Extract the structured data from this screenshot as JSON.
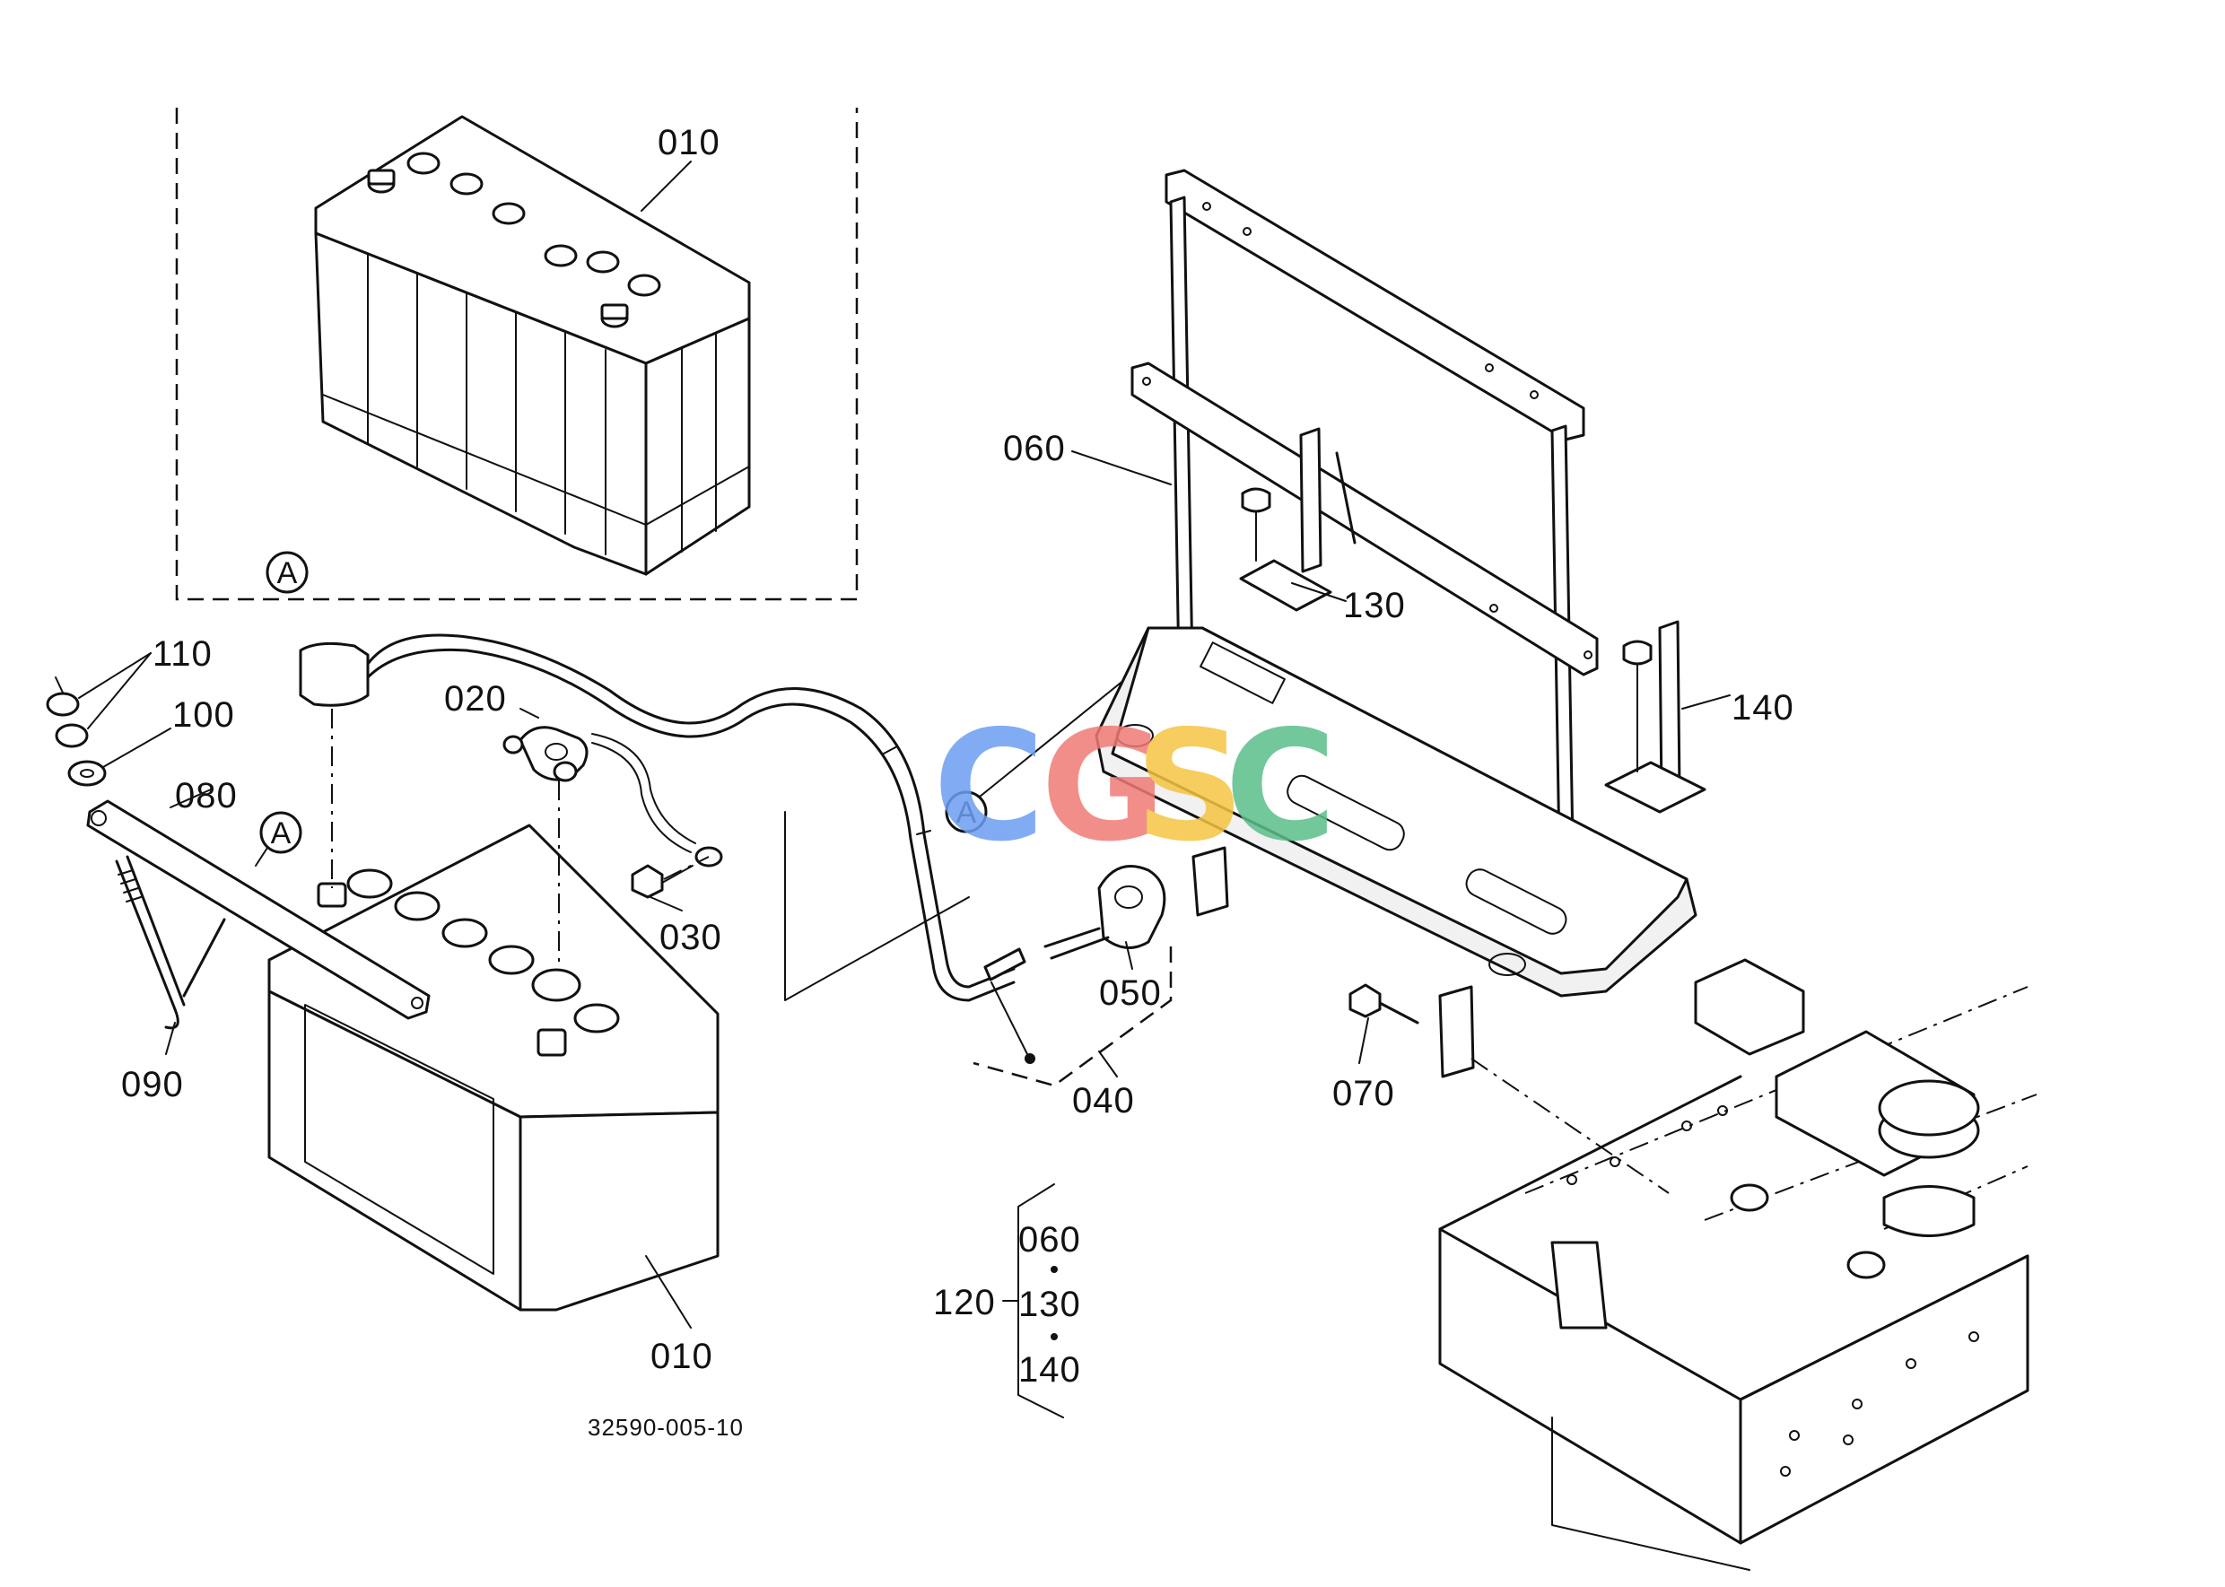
{
  "diagram": {
    "watermark": {
      "letters": [
        "C",
        "G",
        "S",
        "C"
      ],
      "colors": [
        "#6c9ef2",
        "#f07b76",
        "#f5c542",
        "#5bbf8a"
      ]
    },
    "detail_marker": "A",
    "callouts": {
      "p010_top": "010",
      "p010_bottom": "010",
      "p020": "020",
      "p030": "030",
      "p040": "040",
      "p050": "050",
      "p060": "060",
      "p070": "070",
      "p080": "080",
      "p090": "090",
      "p100": "100",
      "p110": "110",
      "p130": "130",
      "p140": "140"
    },
    "assembly": {
      "number": "120",
      "members": [
        "060",
        "130",
        "140"
      ]
    },
    "drawing_code": "32590-005-10"
  }
}
